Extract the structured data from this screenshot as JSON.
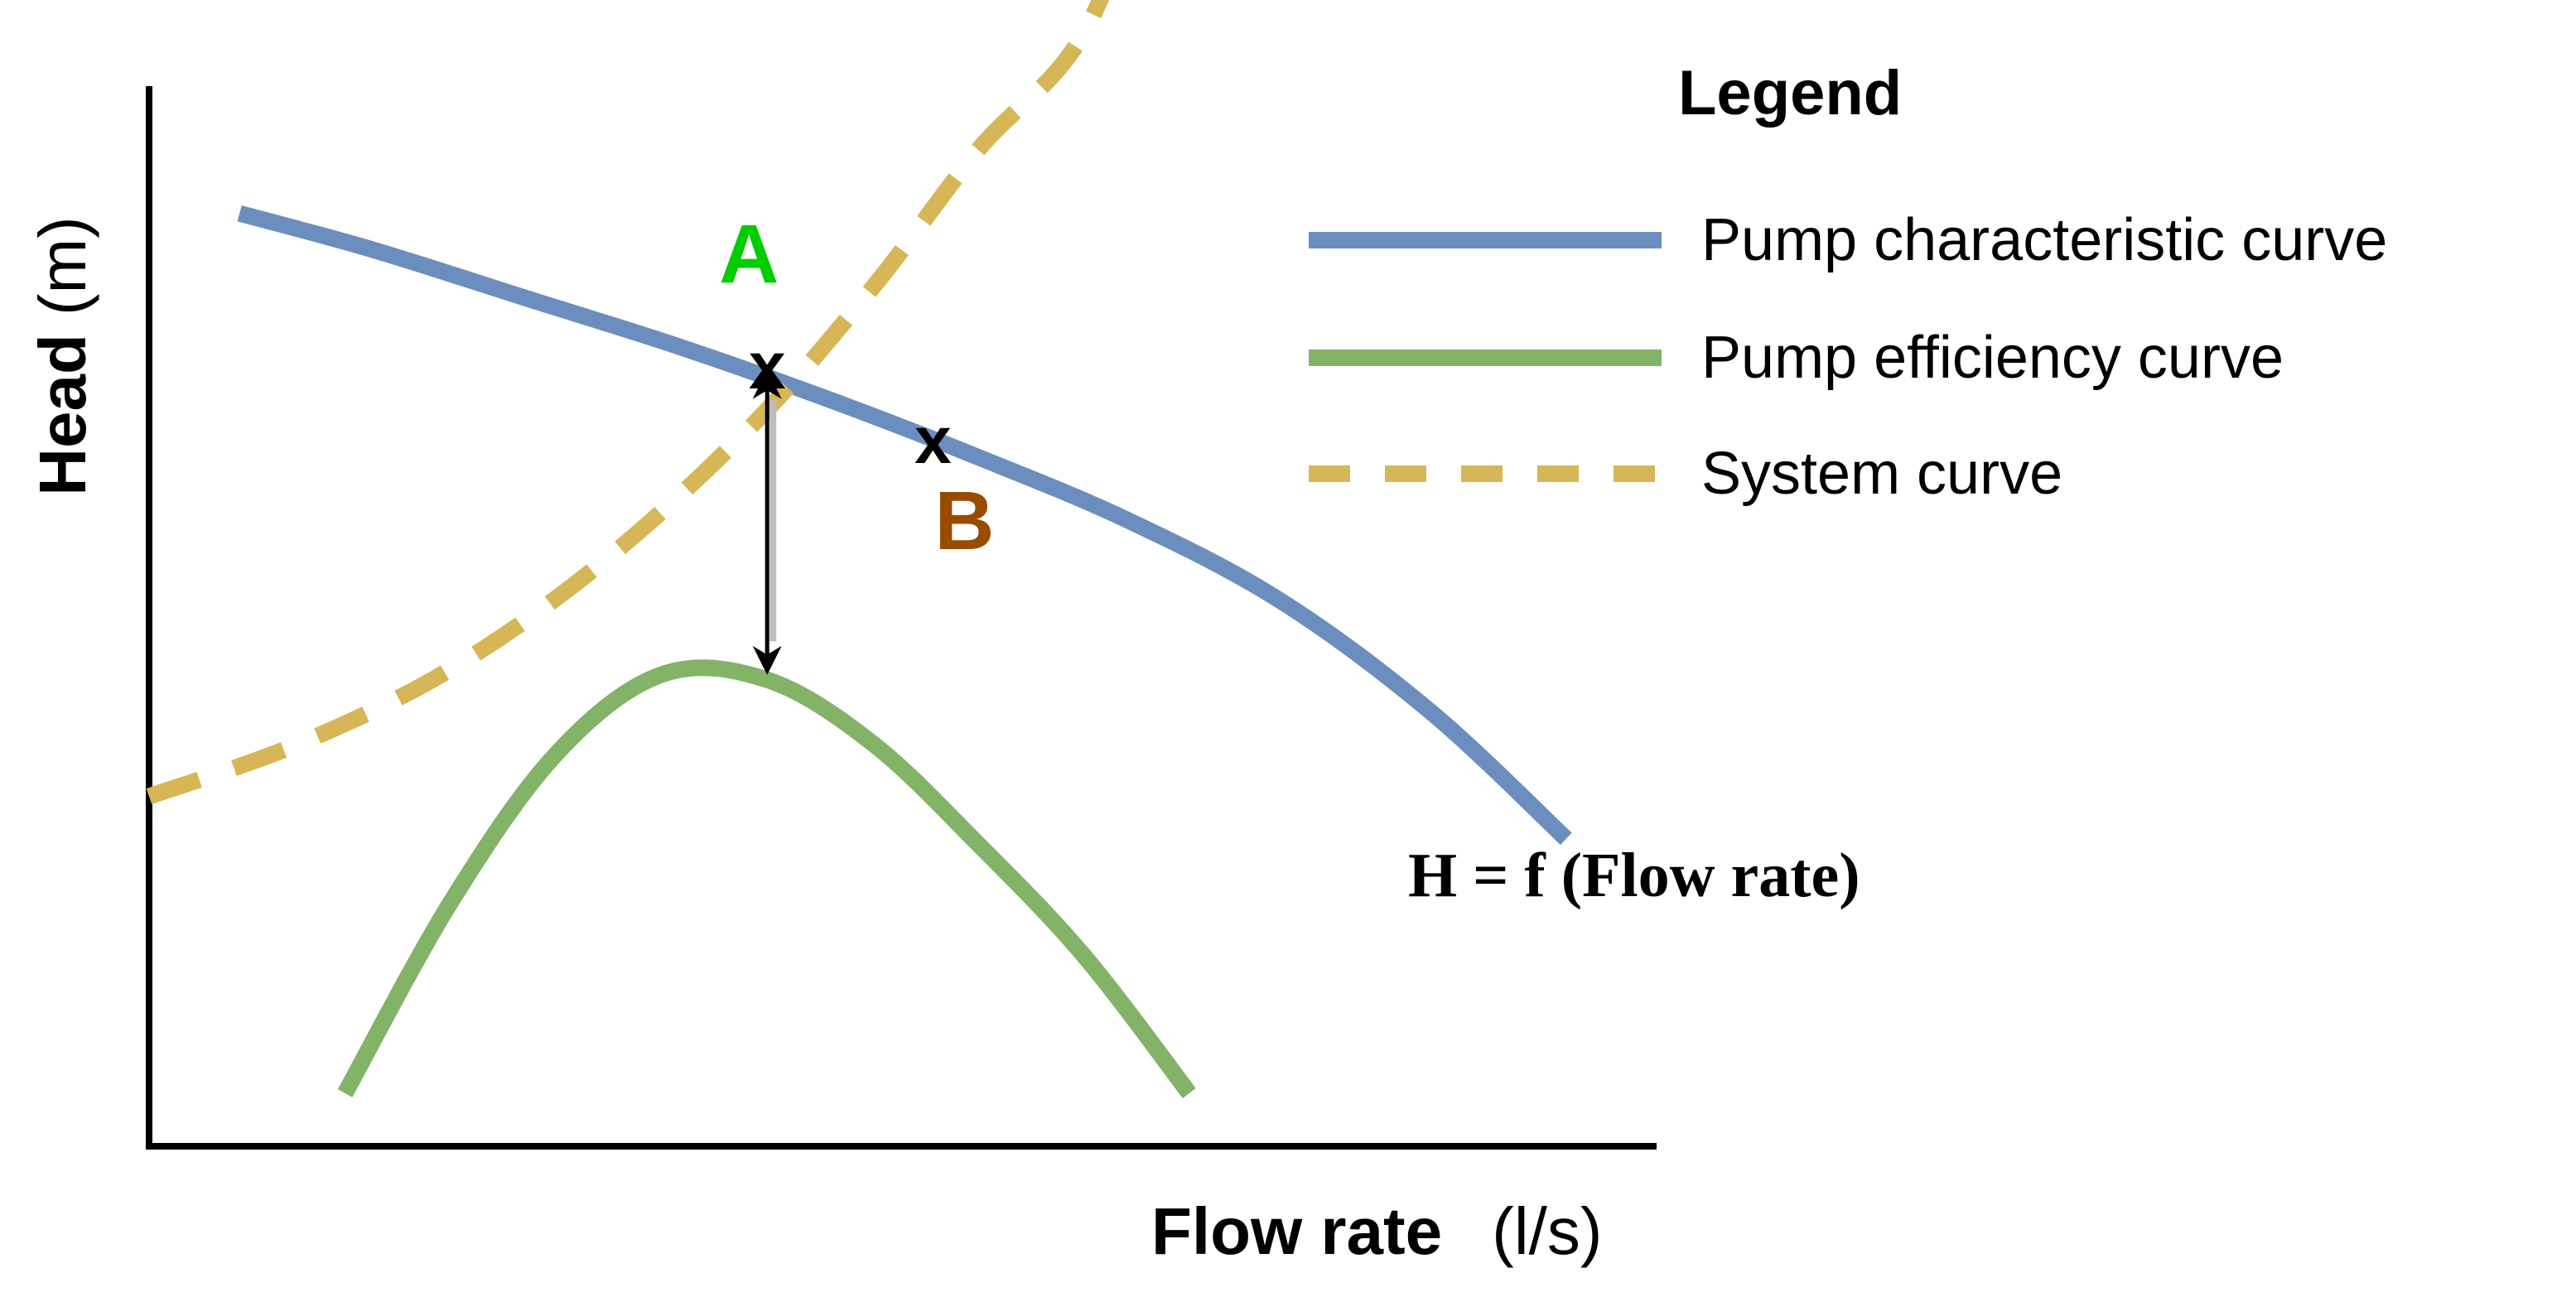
{
  "chart_data": {
    "type": "line",
    "xlabel": {
      "bold": "Flow rate",
      "unit": "(l/s)"
    },
    "ylabel": {
      "bold": "Head",
      "unit": "(m)"
    },
    "xlim": [
      0,
      100
    ],
    "ylim": [
      0,
      100
    ],
    "ticks": false,
    "grid": false,
    "series": [
      {
        "name": "Pump characteristic curve",
        "color": "#6c8ebf",
        "dash": "solid",
        "x": [
          6,
          15,
          25,
          35,
          45,
          55,
          65,
          75,
          85,
          94
        ],
        "y": [
          88,
          84.5,
          80,
          75.5,
          70.5,
          65,
          59,
          51.5,
          41,
          29
        ]
      },
      {
        "name": "Pump efficiency curve",
        "color": "#82b366",
        "dash": "solid",
        "x": [
          13,
          20,
          27,
          34,
          41,
          48,
          55,
          62,
          69
        ],
        "y": [
          5,
          23,
          37,
          44.5,
          44,
          38,
          28.5,
          18,
          5
        ]
      },
      {
        "name": "System curve",
        "color": "#d6b656",
        "dash": "dashed",
        "x": [
          0,
          10,
          20,
          30,
          40,
          48,
          55,
          62,
          67.5
        ],
        "y": [
          33,
          38,
          45,
          55,
          68,
          81,
          94,
          105,
          125
        ]
      }
    ],
    "points": [
      {
        "label": "A",
        "marker": "x",
        "x": 41,
        "y": 73.5,
        "label_color": "#00cc00"
      },
      {
        "label": "B",
        "marker": "x",
        "x": 52,
        "y": 66.5,
        "label_color": "#994c00"
      }
    ],
    "arrow": {
      "x": 41,
      "y_from": 73.5,
      "y_to": 44.5
    },
    "annotation": "H = f (Flow rate)",
    "legend": {
      "title": "Legend",
      "position": "top-right"
    }
  }
}
